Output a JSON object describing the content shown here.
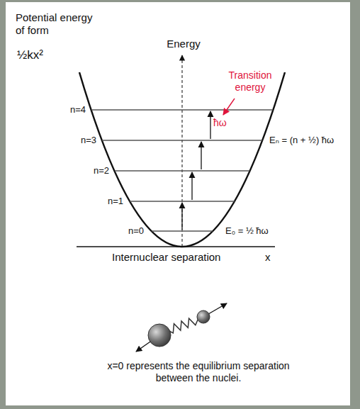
{
  "diagram": {
    "labels": [
      "Potential energy of form",
      "½kx²",
      "Energy",
      "Transition energy",
      "ħω",
      "n=4",
      "n=3",
      "n=2",
      "n=1",
      "n=0",
      "Eₙ = (n + ½) ħω",
      "E₀ = ½ ħω",
      "Internuclear separation",
      "x",
      "x=0 represents the equilibrium separation between the nuclei."
    ]
  }
}
